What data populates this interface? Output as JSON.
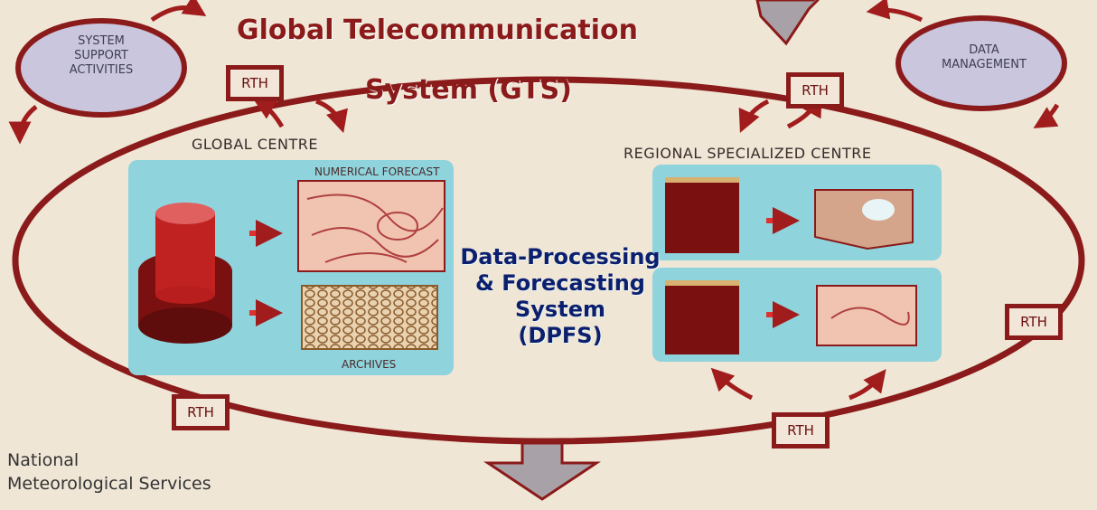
{
  "title": {
    "line1": "Global Telecommunication",
    "line2": "System (GTS)"
  },
  "side_ovals": {
    "left": [
      "SYSTEM",
      "SUPPORT",
      "ACTIVITIES"
    ],
    "right": [
      "DATA",
      "MANAGEMENT"
    ]
  },
  "centres": {
    "global": "GLOBAL CENTRE",
    "regional": "REGIONAL SPECIALIZED CENTRE",
    "numerical_forecast": "NUMERICAL FORECAST",
    "archives": "ARCHIVES"
  },
  "dpfs": {
    "lines": [
      "Data-Processing",
      "& Forecasting",
      "System",
      "(DPFS)"
    ]
  },
  "rth_label": "RTH",
  "nms": {
    "line1": "National",
    "line2": "Meteorological Services"
  },
  "colors": {
    "ring": "#8b1a1a",
    "title": "#8b1a1a",
    "dpfs_text": "#0b1f6e",
    "panel": "#8fd3dc",
    "oval_fill": "#c9c6de",
    "grey_arrow": "#a8a2a8",
    "background": "#efe6d6"
  }
}
